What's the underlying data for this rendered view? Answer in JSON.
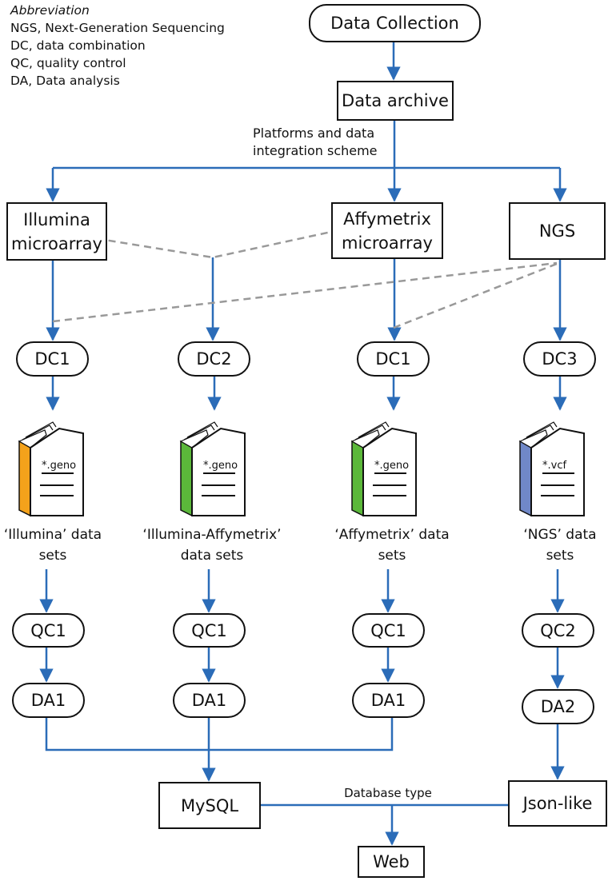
{
  "abbreviations": {
    "title": "Abbreviation",
    "items": [
      "NGS, Next-Generation Sequencing",
      "DC, data combination",
      "QC, quality control",
      "DA, Data analysis"
    ]
  },
  "nodes": {
    "data_collection": "Data Collection",
    "data_archive": "Data archive",
    "illumina": "Illumina microarray",
    "affymetrix": "Affymetrix microarray",
    "ngs": "NGS",
    "dc1_a": "DC1",
    "dc2": "DC2",
    "dc1_b": "DC1",
    "dc3": "DC3",
    "qc1_a": "QC1",
    "qc1_b": "QC1",
    "qc1_c": "QC1",
    "qc2": "QC2",
    "da1_a": "DA1",
    "da1_b": "DA1",
    "da1_c": "DA1",
    "da2": "DA2",
    "mysql": "MySQL",
    "json_like": "Json-like",
    "web": "Web"
  },
  "labels": {
    "platforms": "Platforms and data integration scheme",
    "database_type": "Database type"
  },
  "datasets": [
    {
      "file": "*.geno",
      "caption": "‘Illumina’ data sets",
      "color": "#F4A21B"
    },
    {
      "file": "*.geno",
      "caption": "‘Illumina-Affymetrix’ data sets",
      "color": "#5BB83A"
    },
    {
      "file": "*.geno",
      "caption": "‘Affymetrix’ data sets",
      "color": "#5BB83A"
    },
    {
      "file": "*.vcf",
      "caption": "‘NGS’ data sets",
      "color": "#7088C8"
    }
  ],
  "colors": {
    "arrow": "#2B6CB8",
    "dashed": "#999999",
    "border": "#111111"
  }
}
